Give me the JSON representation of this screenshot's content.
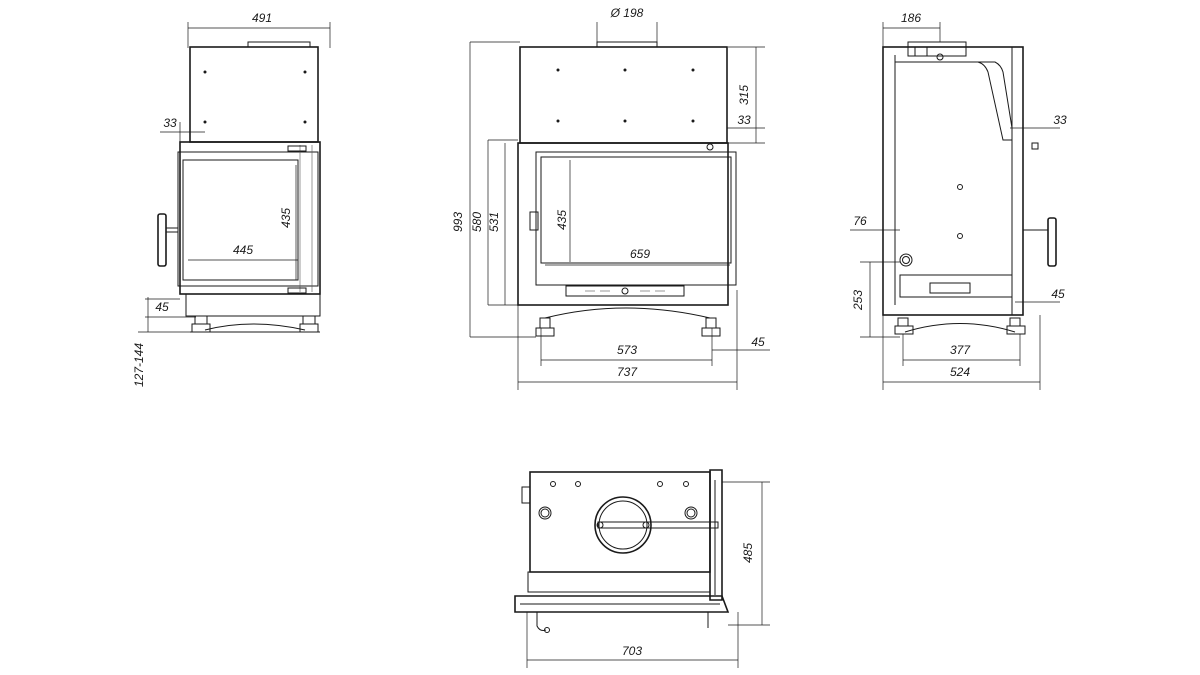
{
  "dimensions": {
    "front_width": "491",
    "front_side_offset": "33",
    "front_glass_height": "435",
    "front_glass_width": "445",
    "front_bottom_offset": "45",
    "front_leg_range": "127-144",
    "flue_diameter": "Ø 198",
    "side_total_height": "993",
    "side_door_height": "580",
    "side_inner_height": "531",
    "side_glass_height": "435",
    "side_top_section": "315",
    "side_top_offset": "33",
    "side_glass_width": "659",
    "side_leg_span": "573",
    "side_leg_offset": "45",
    "side_total_width": "737",
    "right_top_width": "186",
    "right_side_offset": "33",
    "right_pipe_height": "76",
    "right_lower_height": "253",
    "right_bottom_offset": "45",
    "right_leg_span": "377",
    "right_total_width": "524",
    "top_depth": "485",
    "top_width": "703"
  }
}
